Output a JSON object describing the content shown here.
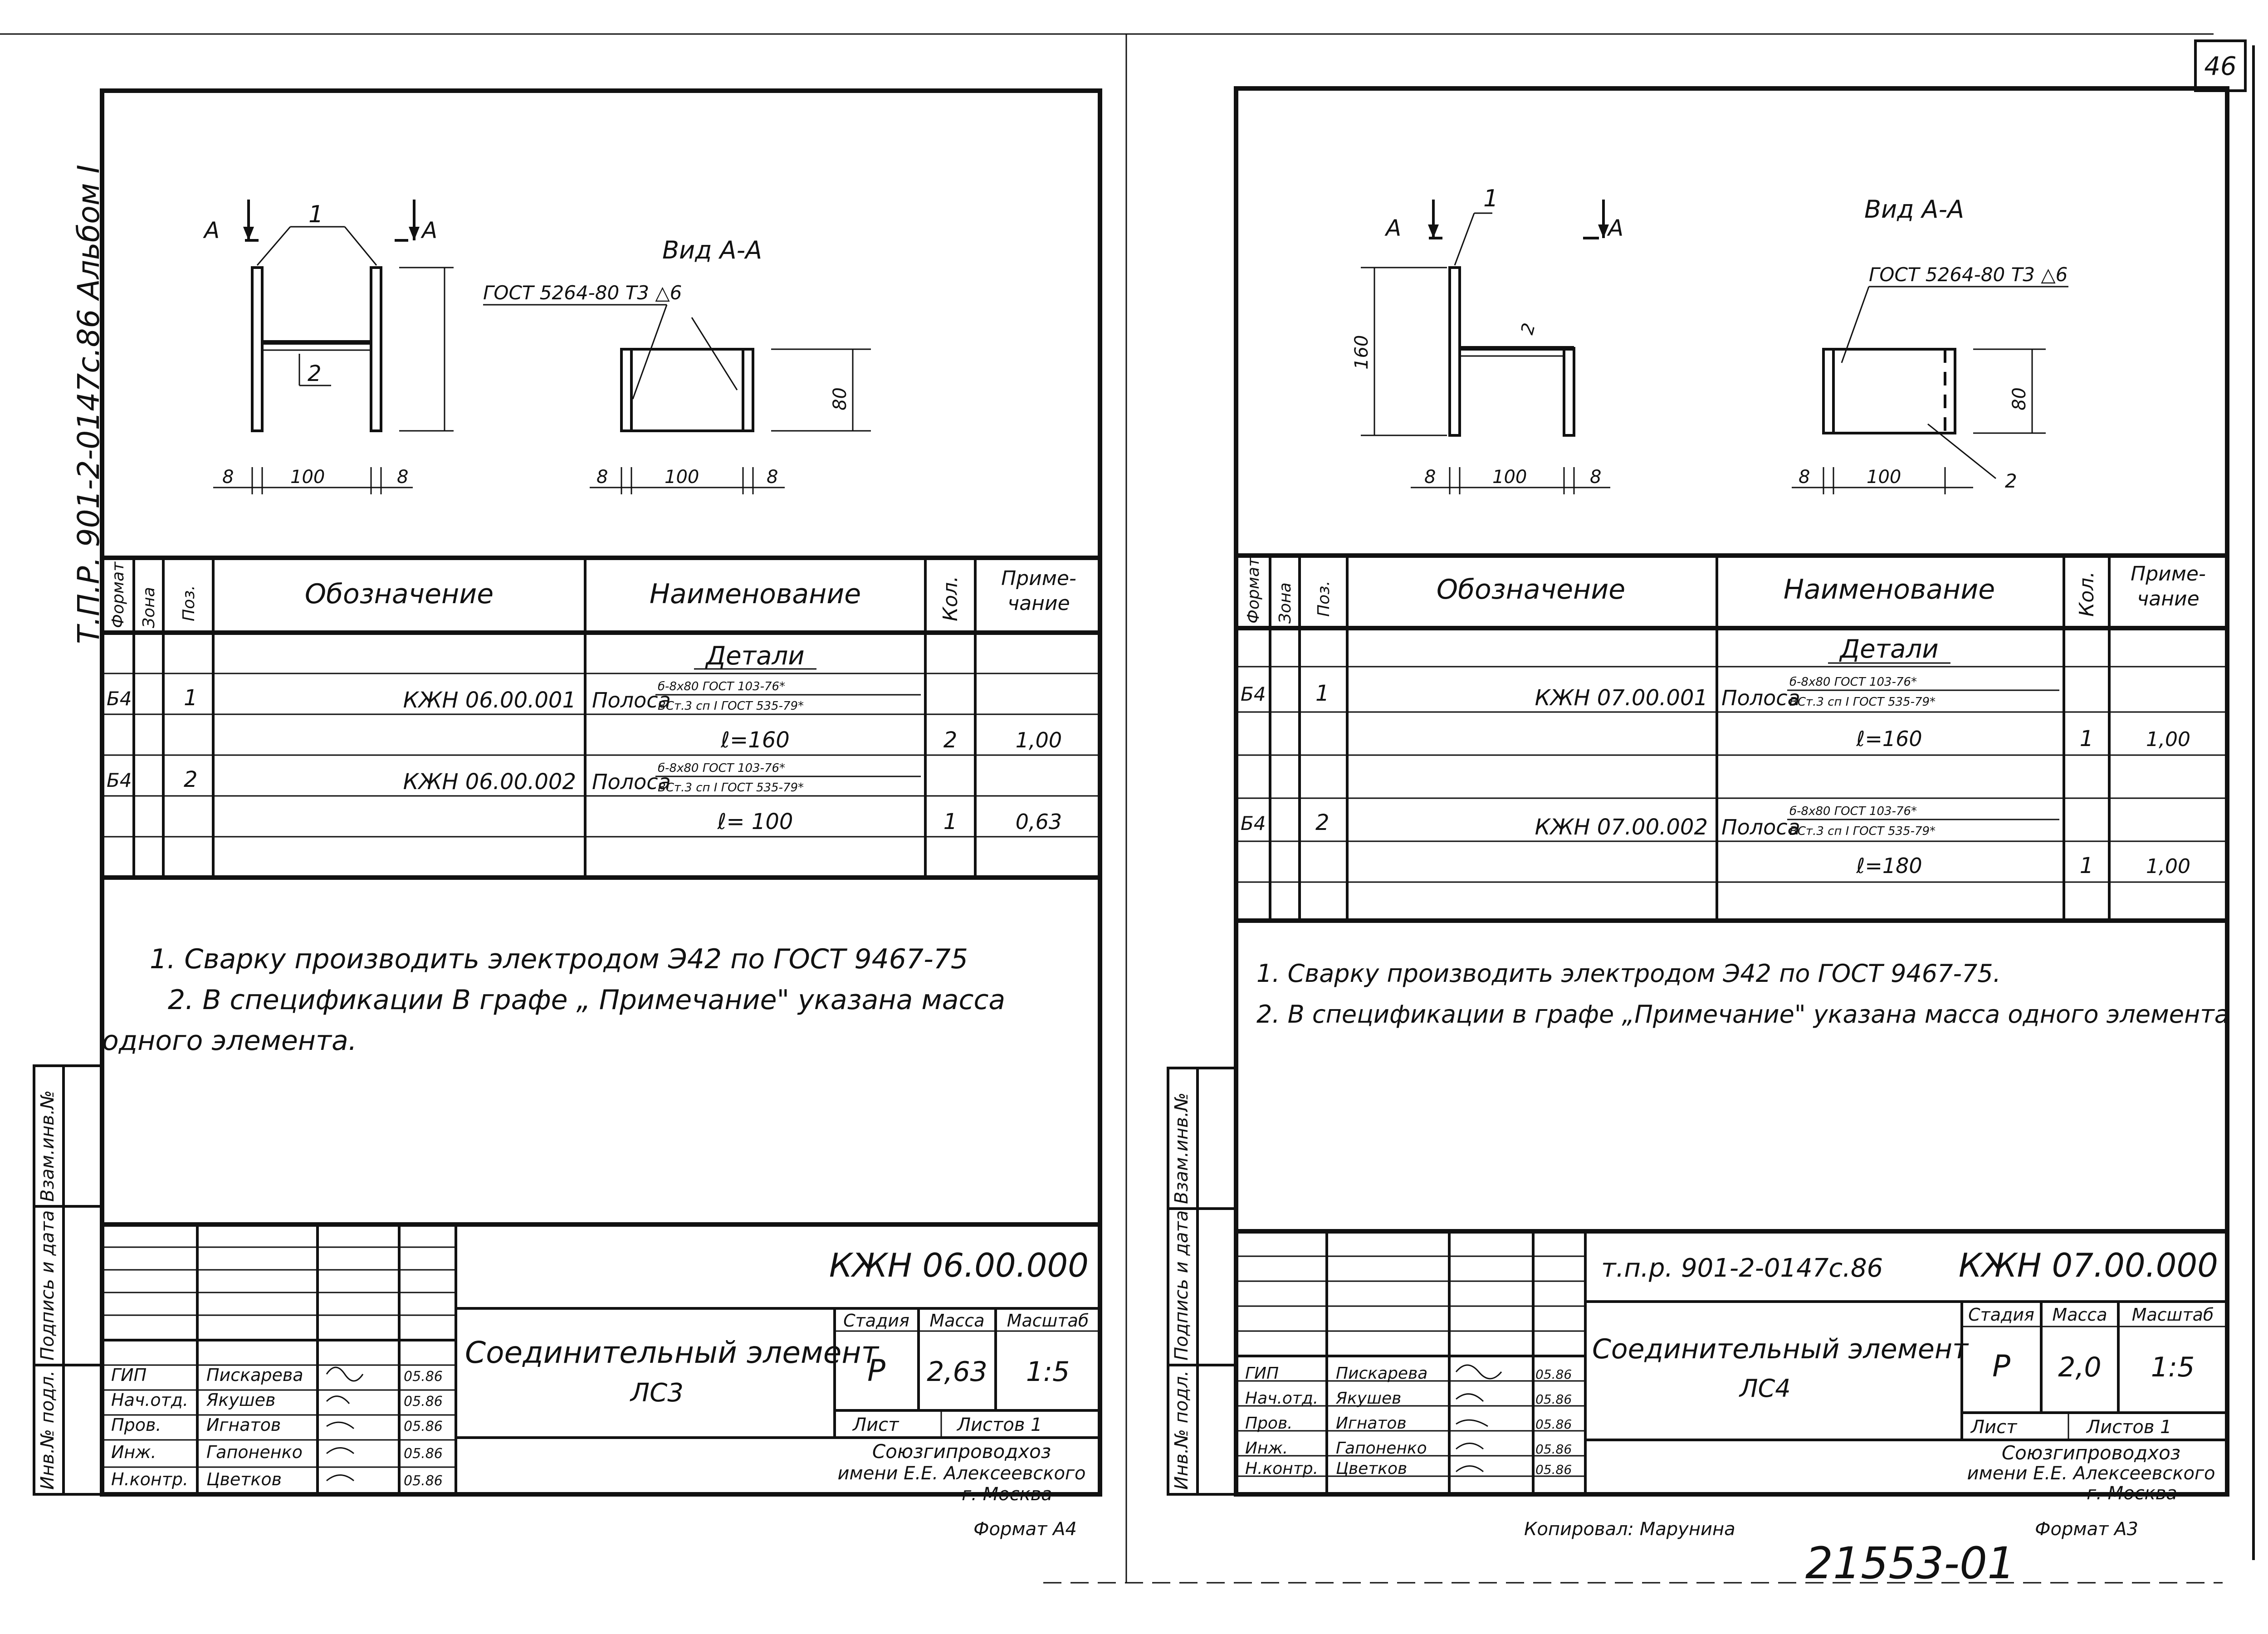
{
  "page_number": "46",
  "album_side_label": "Т.П.Р. 901-2-0147с.86   Альбом I",
  "side_labels": {
    "vzam_inv": "Взам.инв.№",
    "podpis_data": "Подпись и дата",
    "inv_podl": "Инв.№ подл."
  },
  "spec_headers": {
    "format": "Формат",
    "zona": "Зона",
    "poz": "Поз.",
    "oboznachenie": "Обозначение",
    "naimenovanie": "Наименование",
    "kol": "Кол.",
    "primechanie_1": "Приме-",
    "primechanie_2": "чание"
  },
  "stamp_labels": {
    "stadia": "Стадия",
    "massa": "Масса",
    "masshtab": "Масштаб",
    "list": "Лист",
    "listov": "Листов 1",
    "org_1": "Союзгипроводхоз",
    "org_2": "имени Е.Е. Алексеевского",
    "org_3": "г. Москва"
  },
  "sheets": [
    {
      "drawing": {
        "section_A": "А",
        "pos1": "1",
        "pos2": "2",
        "view_title": "Вид А-А",
        "weld_note": "ГОСТ 5264-80 Т3 △6",
        "dim_8a": "8",
        "dim_100": "100",
        "dim_8b": "8",
        "dim_8c": "8",
        "dim_100b": "100",
        "dim_8d": "8",
        "dim_80": "80",
        "dim_160": ""
      },
      "spec_section": "Детали",
      "spec_rows": [
        {
          "format": "Б4",
          "poz": "1",
          "oboz": "КЖН 06.00.001",
          "naim": "Полоса",
          "frac_top": "б-8x80 ГОСТ 103-76*",
          "frac_bot": "ВСт.3 сп I ГОСТ 535-79*",
          "length": "ℓ=160",
          "kol": "2",
          "prim": "1,00"
        },
        {
          "format": "Б4",
          "poz": "2",
          "oboz": "КЖН 06.00.002",
          "naim": "Полоса",
          "frac_top": "б-8x80 ГОСТ 103-76*",
          "frac_bot": "ВСт.3 сп I ГОСТ 535-79*",
          "length": "ℓ= 100",
          "kol": "1",
          "prim": "0,63"
        }
      ],
      "notes": [
        "1. Сварку производить электродом Э42 по ГОСТ 9467-75",
        "2. В спецификации В графе „ Примечание\" указана масса",
        "одного элемента."
      ],
      "stamp": {
        "code": "КЖН 06.00.000",
        "tpr": "",
        "title_1": "Соединительный элемент",
        "title_2": "ЛС3",
        "stadia": "Р",
        "massa": "2,63",
        "masshtab": "1:5",
        "format": "Формат А4"
      },
      "staff": [
        {
          "role": "ГИП",
          "name": "Пискарева",
          "date": "05.86"
        },
        {
          "role": "Нач.отд.",
          "name": "Якушев",
          "date": "05.86"
        },
        {
          "role": "Пров.",
          "name": "Игнатов",
          "date": "05.86"
        },
        {
          "role": "Инж.",
          "name": "Гапоненко",
          "date": "05.86"
        },
        {
          "role": "Н.контр.",
          "name": "Цветков",
          "date": "05.86"
        }
      ]
    },
    {
      "drawing": {
        "section_A": "А",
        "pos1": "1",
        "pos2": "2",
        "view_title": "Вид А-А",
        "weld_note": "ГОСТ 5264-80 Т3 △6",
        "dim_8a": "8",
        "dim_100": "100",
        "dim_8b": "8",
        "dim_8c": "8",
        "dim_100b": "100",
        "dim_8d": "",
        "dim_80": "80",
        "dim_160": "160"
      },
      "spec_section": "Детали",
      "spec_rows": [
        {
          "format": "Б4",
          "poz": "1",
          "oboz": "КЖН 07.00.001",
          "naim": "Полоса",
          "frac_top": "б-8x80 ГОСТ 103-76*",
          "frac_bot": "ВСт.3 сп I ГОСТ 535-79*",
          "length": "ℓ=160",
          "kol": "1",
          "prim": "1,00"
        },
        {
          "format": "Б4",
          "poz": "2",
          "oboz": "КЖН 07.00.002",
          "naim": "Полоса",
          "frac_top": "б-8x80 ГОСТ 103-76*",
          "frac_bot": "ВСт.3 сп I ГОСТ 535-79*",
          "length": "ℓ=180",
          "kol": "1",
          "prim": "1,00"
        }
      ],
      "notes": [
        "1. Сварку производить электродом Э42 по ГОСТ 9467-75.",
        "2. В спецификации в графе „Примечание\" указана масса одного элемента",
        ""
      ],
      "stamp": {
        "code": "КЖН 07.00.000",
        "tpr": "т.п.р. 901-2-0147с.86",
        "title_1": "Соединительный элемент",
        "title_2": "ЛС4",
        "stadia": "Р",
        "massa": "2,0",
        "masshtab": "1:5",
        "format": "Формат А3"
      },
      "staff": [
        {
          "role": "ГИП",
          "name": "Пискарева",
          "date": "05.86"
        },
        {
          "role": "Нач.отд.",
          "name": "Якушев",
          "date": "05.86"
        },
        {
          "role": "Пров.",
          "name": "Игнатов",
          "date": "05.86"
        },
        {
          "role": "Инж.",
          "name": "Гапоненко",
          "date": "05.86"
        },
        {
          "role": "Н.контр.",
          "name": "Цветков",
          "date": "05.86"
        }
      ]
    }
  ],
  "copied_by": "Копировал: Марунина",
  "archive_number": "21553-01"
}
